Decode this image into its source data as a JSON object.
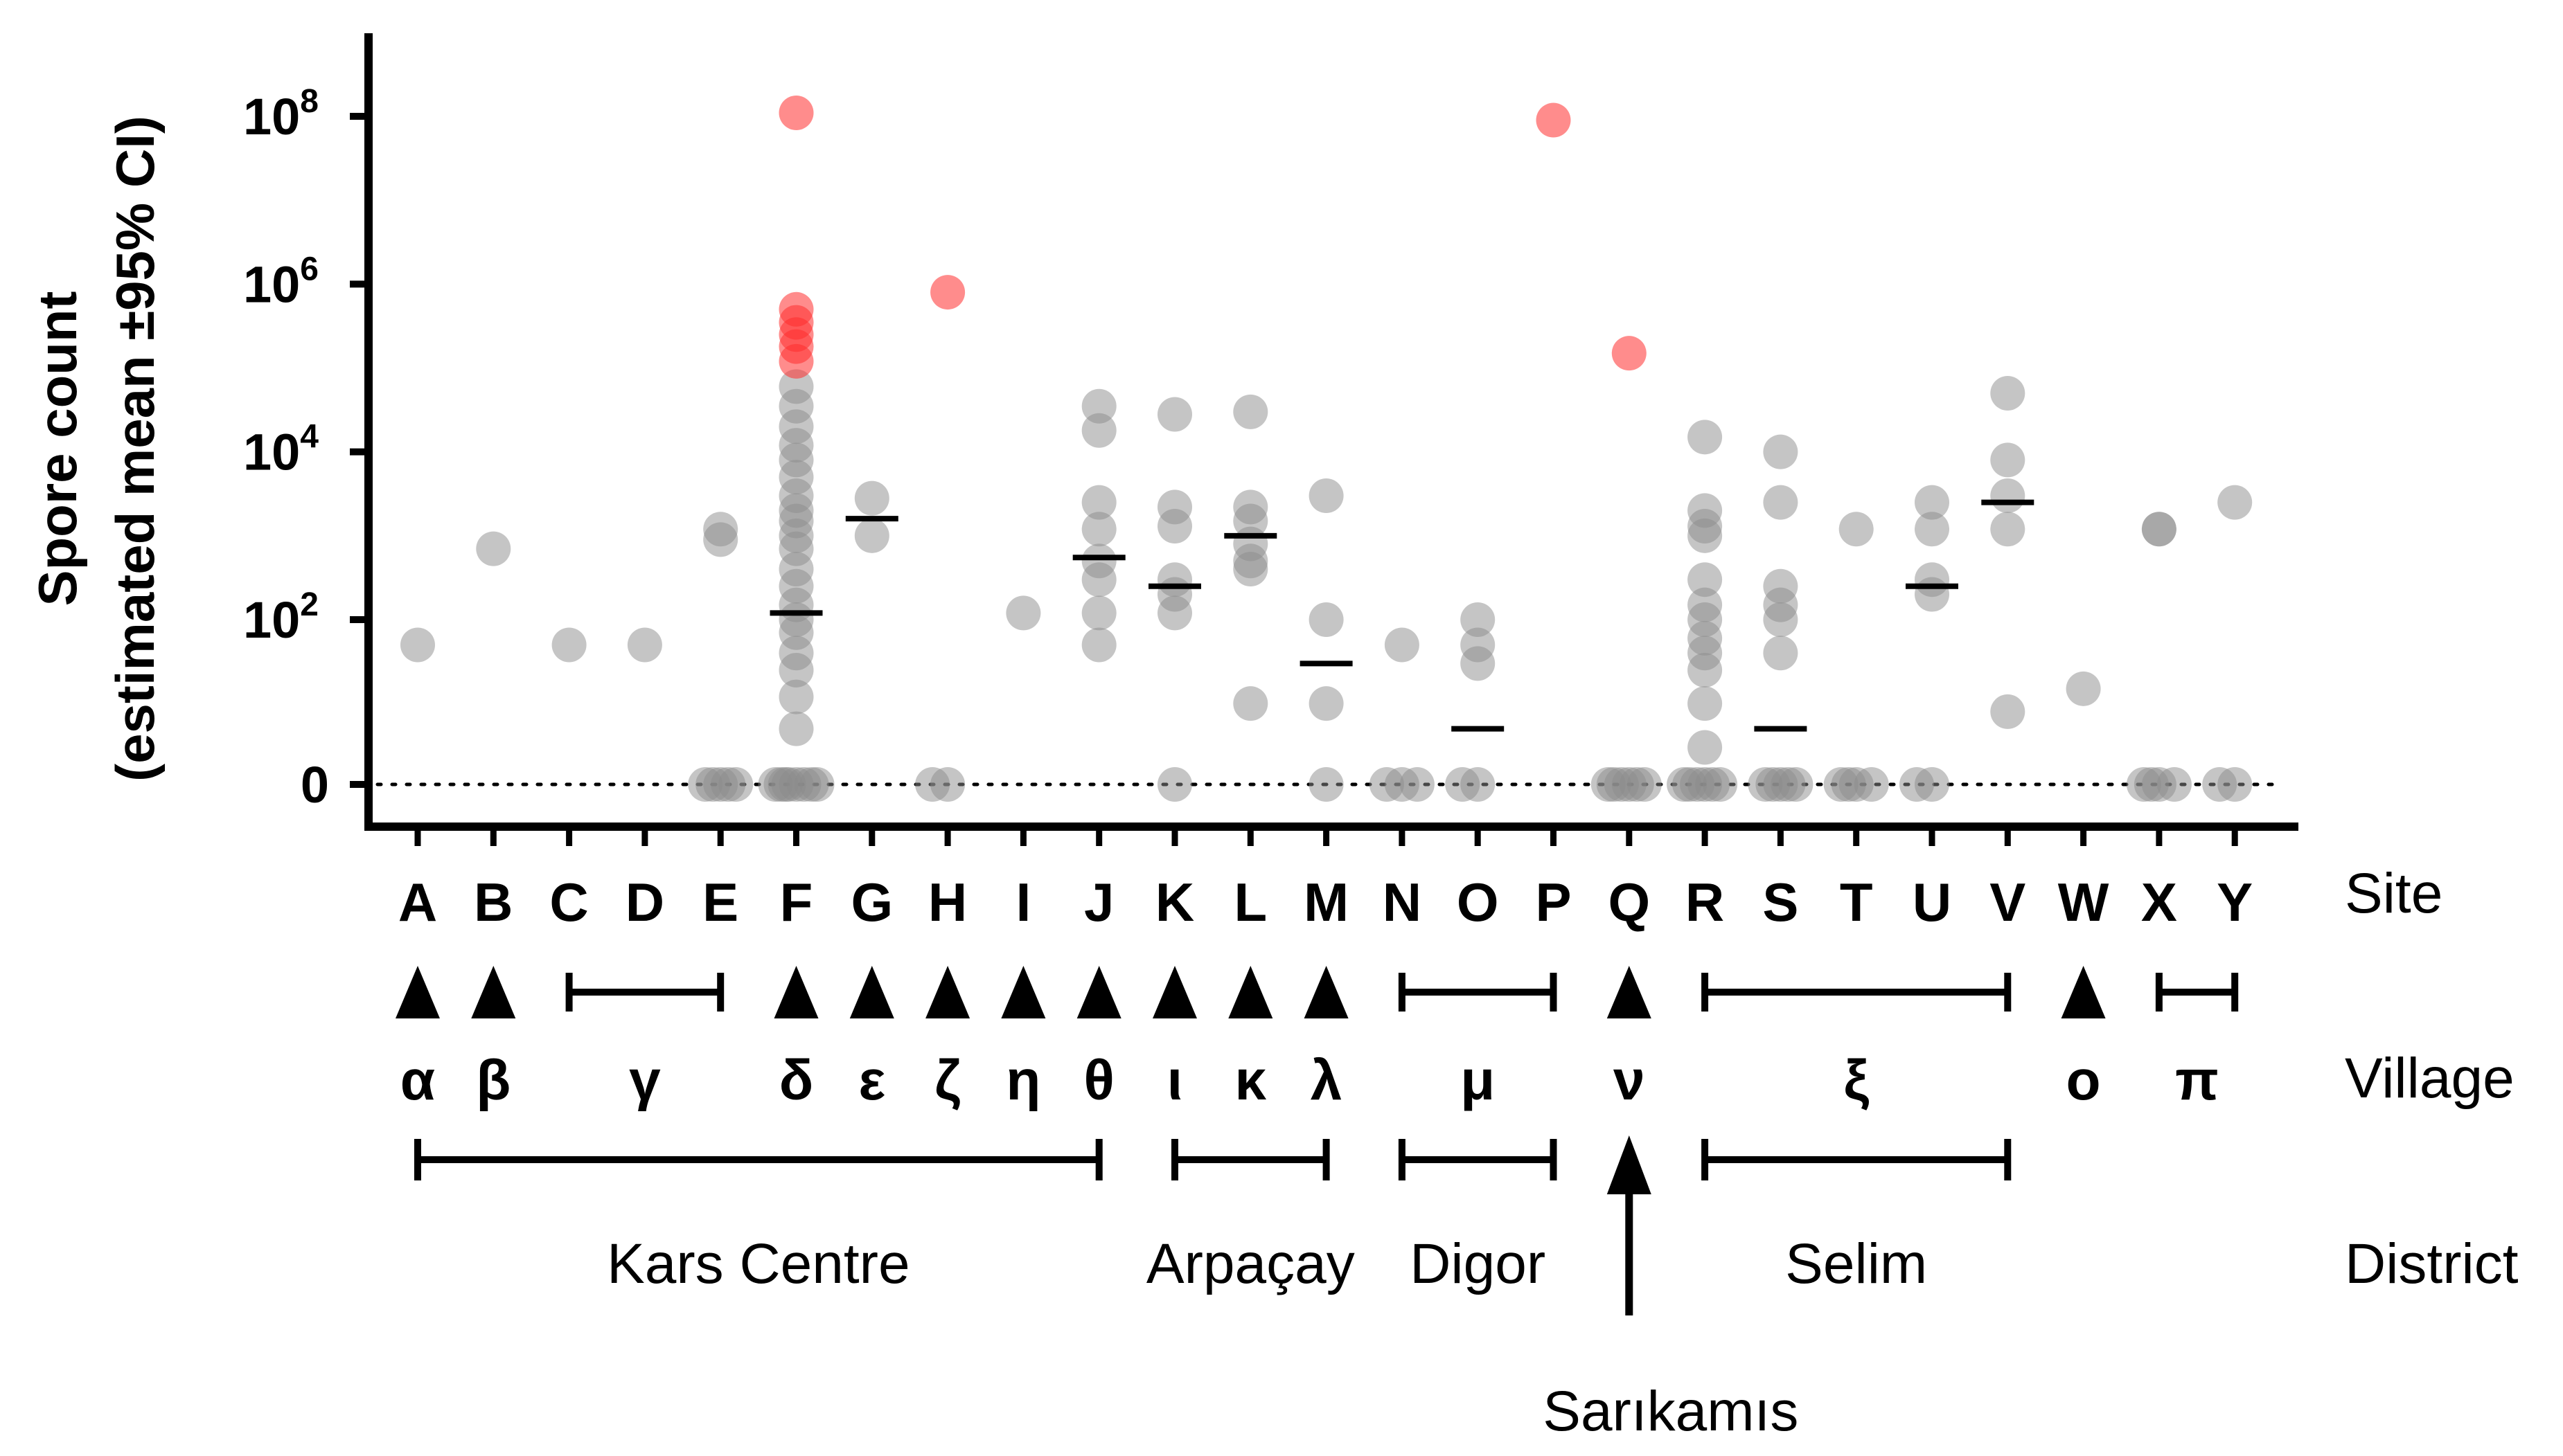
{
  "chart_data": {
    "type": "scatter",
    "ylabel_line1": "Spore count",
    "ylabel_line2": "(estimated mean ±95% CI)",
    "yscale": "log (with zero baseline)",
    "ylim": [
      0,
      1000000000
    ],
    "yticks": [
      {
        "exp": 8,
        "value": 100000000
      },
      {
        "exp": 6,
        "value": 1000000
      },
      {
        "exp": 4,
        "value": 10000
      },
      {
        "exp": 2,
        "value": 100
      },
      {
        "exp": null,
        "value": 0,
        "label": "0"
      }
    ],
    "ytick_base": "10",
    "zero_line": "dotted",
    "point_colors": {
      "normal": "#8c8c8c",
      "highlight": "#ff2d2d"
    },
    "row_labels": {
      "site": "Site",
      "village": "Village",
      "district": "District"
    },
    "sites": [
      {
        "label": "A",
        "mean": null,
        "points": [
          50
        ]
      },
      {
        "label": "B",
        "mean": null,
        "points": [
          700
        ]
      },
      {
        "label": "C",
        "mean": null,
        "points": [
          50
        ]
      },
      {
        "label": "D",
        "mean": null,
        "points": [
          50
        ]
      },
      {
        "label": "E",
        "mean": null,
        "points": [
          1200,
          900,
          0,
          0,
          0,
          0,
          0
        ]
      },
      {
        "label": "F",
        "mean": 120,
        "points": [
          5,
          12,
          25,
          40,
          70,
          100,
          150,
          250,
          400,
          700,
          1000,
          1500,
          2000,
          3000,
          5000,
          8000,
          12000,
          20000,
          35000,
          60000,
          0,
          0,
          0,
          0,
          0,
          0,
          0,
          0
        ],
        "highlight_points": [
          110000000,
          500000,
          350000,
          250000,
          180000,
          120000
        ]
      },
      {
        "label": "G",
        "mean": 1600,
        "points": [
          2800,
          1000
        ]
      },
      {
        "label": "H",
        "mean": null,
        "points": [
          0,
          0
        ],
        "highlight_points": [
          800000
        ]
      },
      {
        "label": "I",
        "mean": null,
        "points": [
          120
        ]
      },
      {
        "label": "J",
        "mean": 550,
        "points": [
          35000,
          18000,
          2500,
          1200,
          500,
          300,
          120,
          50
        ]
      },
      {
        "label": "K",
        "mean": 250,
        "points": [
          28000,
          2200,
          1300,
          300,
          200,
          120,
          0
        ]
      },
      {
        "label": "L",
        "mean": 1000,
        "points": [
          30000,
          2200,
          1500,
          800,
          500,
          400,
          10
        ]
      },
      {
        "label": "M",
        "mean": 30,
        "points": [
          3000,
          100,
          10,
          0
        ]
      },
      {
        "label": "N",
        "mean": null,
        "points": [
          50,
          0,
          0,
          0
        ]
      },
      {
        "label": "O",
        "mean": 5,
        "points": [
          100,
          50,
          30,
          0,
          0
        ]
      },
      {
        "label": "P",
        "mean": null,
        "points": [],
        "highlight_points": [
          90000000
        ]
      },
      {
        "label": "Q",
        "mean": null,
        "points": [
          0,
          0,
          0,
          0,
          0,
          0
        ],
        "highlight_points": [
          150000
        ]
      },
      {
        "label": "R",
        "mean": null,
        "points": [
          15000,
          2000,
          1300,
          1000,
          300,
          150,
          100,
          60,
          40,
          25,
          10,
          3,
          0,
          0,
          0,
          0,
          0,
          0
        ]
      },
      {
        "label": "S",
        "mean": 5,
        "points": [
          10000,
          2500,
          250,
          150,
          100,
          40,
          0,
          0,
          0,
          0,
          0
        ]
      },
      {
        "label": "T",
        "mean": null,
        "points": [
          1200,
          0,
          0,
          0,
          0
        ]
      },
      {
        "label": "U",
        "mean": 250,
        "points": [
          2500,
          1200,
          300,
          200,
          0,
          0
        ]
      },
      {
        "label": "V",
        "mean": 2500,
        "points": [
          50000,
          8000,
          3000,
          1200,
          8
        ]
      },
      {
        "label": "W",
        "mean": null,
        "points": [
          15
        ]
      },
      {
        "label": "X",
        "mean": null,
        "points": [
          1200,
          1200,
          0,
          0,
          0,
          0
        ]
      },
      {
        "label": "Y",
        "mean": null,
        "points": [
          2500,
          0,
          0
        ]
      }
    ],
    "villages": [
      {
        "label": "α",
        "from": "A",
        "to": "A"
      },
      {
        "label": "β",
        "from": "B",
        "to": "B"
      },
      {
        "label": "γ",
        "from": "C",
        "to": "E"
      },
      {
        "label": "δ",
        "from": "F",
        "to": "F"
      },
      {
        "label": "ε",
        "from": "G",
        "to": "G"
      },
      {
        "label": "ζ",
        "from": "H",
        "to": "H"
      },
      {
        "label": "η",
        "from": "I",
        "to": "I"
      },
      {
        "label": "θ",
        "from": "J",
        "to": "J"
      },
      {
        "label": "ι",
        "from": "K",
        "to": "K"
      },
      {
        "label": "κ",
        "from": "L",
        "to": "L"
      },
      {
        "label": "λ",
        "from": "M",
        "to": "M"
      },
      {
        "label": "μ",
        "from": "N",
        "to": "P"
      },
      {
        "label": "ν",
        "from": "Q",
        "to": "Q"
      },
      {
        "label": "ξ",
        "from": "R",
        "to": "V"
      },
      {
        "label": "ο",
        "from": "W",
        "to": "W"
      },
      {
        "label": "π",
        "from": "X",
        "to": "Y"
      }
    ],
    "districts": [
      {
        "label": "Kars Centre",
        "from": "A",
        "to": "J"
      },
      {
        "label": "Arpaçay",
        "from": "K",
        "to": "M"
      },
      {
        "label": "Digor",
        "from": "N",
        "to": "P"
      },
      {
        "label": "Sarıkamıs",
        "from": "Q",
        "to": "Q"
      },
      {
        "label": "Selim",
        "from": "R",
        "to": "V"
      }
    ]
  }
}
